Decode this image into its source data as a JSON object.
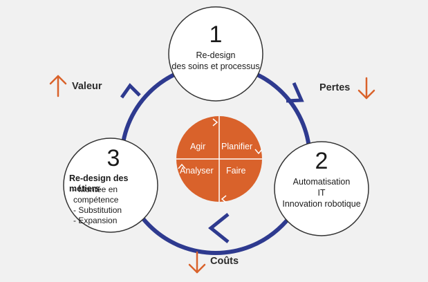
{
  "steps": [
    {
      "number": "1",
      "lines": [
        "Re-design",
        "des soins et processus"
      ]
    },
    {
      "number": "2",
      "lines": [
        "Automatisation",
        "IT",
        "Innovation robotique"
      ]
    },
    {
      "number": "3",
      "title": "Re-design des métiers",
      "items": [
        "- Montée en compétence",
        "- Substitution",
        "- Expansion"
      ]
    }
  ],
  "indicators": {
    "valeur": "Valeur",
    "pertes": "Pertes",
    "couts": "Coûts"
  },
  "pdca": {
    "top_left": "Agir",
    "top_right": "Planifier",
    "bottom_left": "Analyser",
    "bottom_right": "Faire"
  },
  "colors": {
    "cycle": "#2e3a8f",
    "accent": "#d9622b",
    "circle_fill": "#ffffff",
    "circle_stroke": "#333333",
    "background": "#f1f1f1"
  }
}
